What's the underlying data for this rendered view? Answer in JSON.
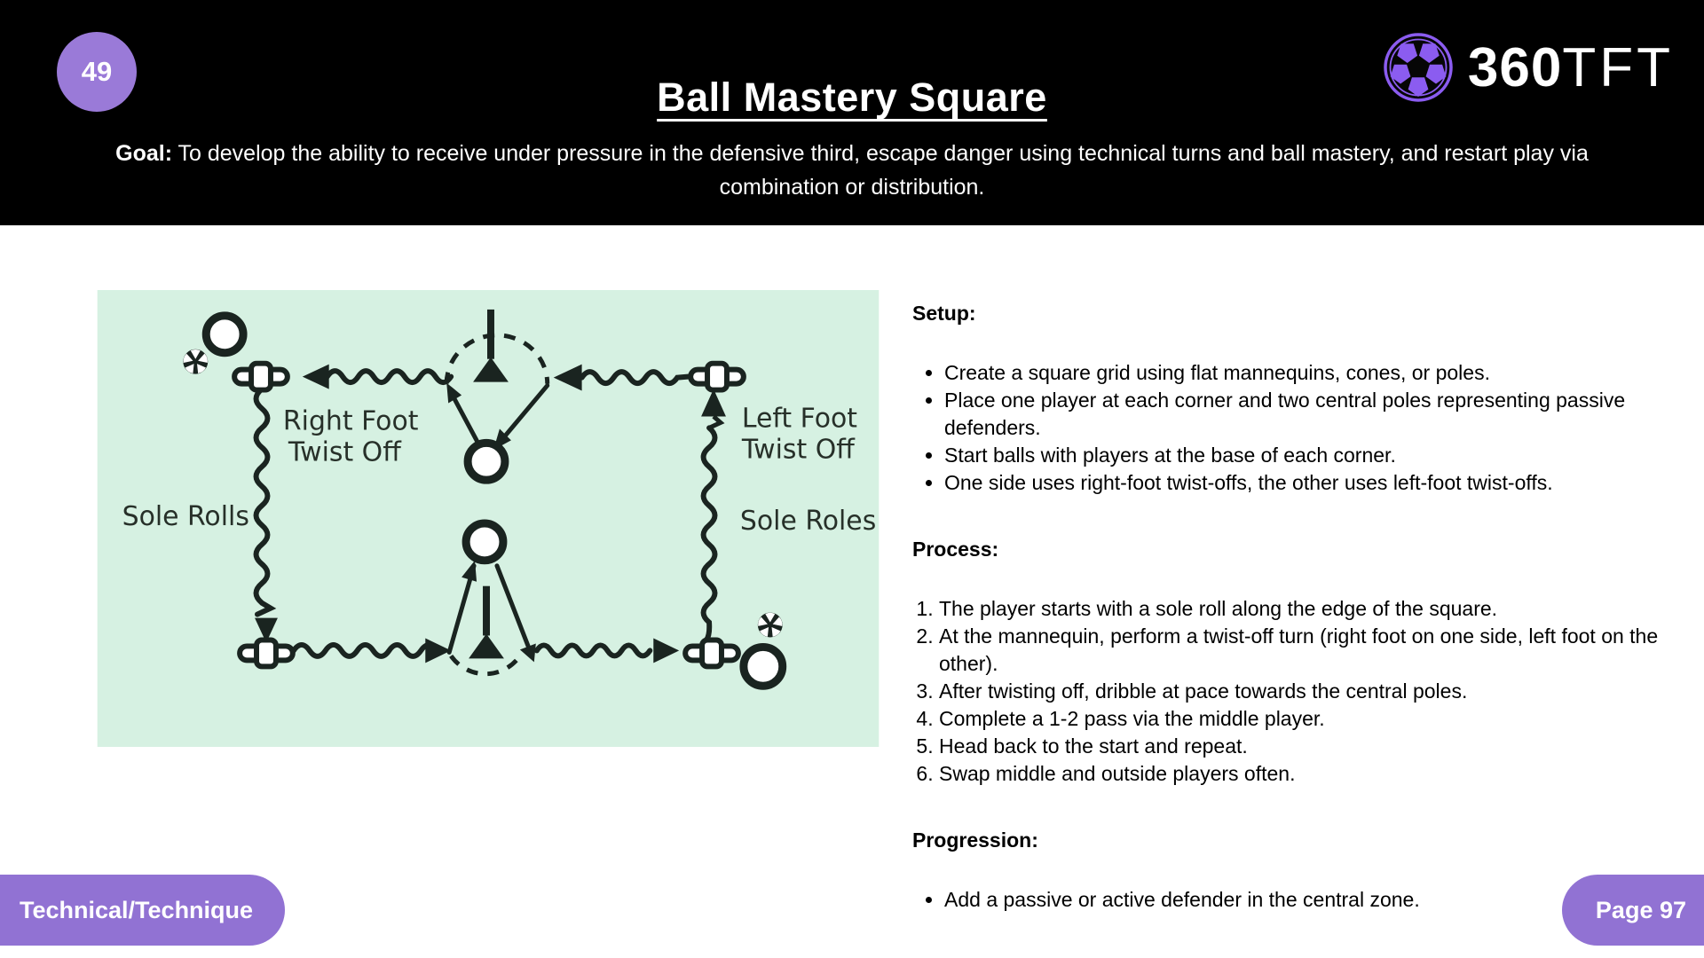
{
  "header": {
    "badge": "49",
    "title": "Ball Mastery Square",
    "goal_label": "Goal:",
    "goal_text": " To develop the ability to receive under pressure in the defensive third, escape danger using technical turns and ball mastery, and restart play via combination or distribution."
  },
  "logo": {
    "number": "360",
    "letters": "TFT"
  },
  "diagram": {
    "labels": {
      "left_technique_line1": "Right Foot",
      "left_technique_line2": "Twist Off",
      "left_side": "Sole Rolls",
      "right_technique_line1": "Left Foot",
      "right_technique_line2": "Twist Off",
      "right_side": "Sole Roles"
    }
  },
  "sections": {
    "setup": {
      "heading": "Setup:",
      "items": [
        "Create a square grid using flat mannequins, cones, or poles.",
        "Place one player at each corner and two central poles representing passive defenders.",
        "Start balls with players at the base of each corner.",
        "One side uses right-foot twist-offs, the other uses left-foot twist-offs."
      ]
    },
    "process": {
      "heading": "Process:",
      "items": [
        "The player starts with a sole roll along the edge of the square.",
        "At the mannequin, perform a twist-off turn (right foot on one side, left foot on the other).",
        "After twisting off, dribble at pace towards the central poles.",
        "Complete a 1-2 pass via the middle player.",
        "Head back to the start and repeat.",
        "Swap middle and outside players often."
      ]
    },
    "progression": {
      "heading": "Progression:",
      "items": [
        "Add a passive or active defender in the central zone."
      ]
    }
  },
  "footer": {
    "category": "Technical/Technique",
    "page": "Page 97"
  },
  "colors": {
    "header_bg": "#000000",
    "pill_purple": "#9172d3",
    "badge_purple": "#9a7ad8",
    "logo_purple": "#8b5cf0",
    "diagram_bg": "#d6f1e2",
    "diagram_ink": "#1a2420"
  }
}
